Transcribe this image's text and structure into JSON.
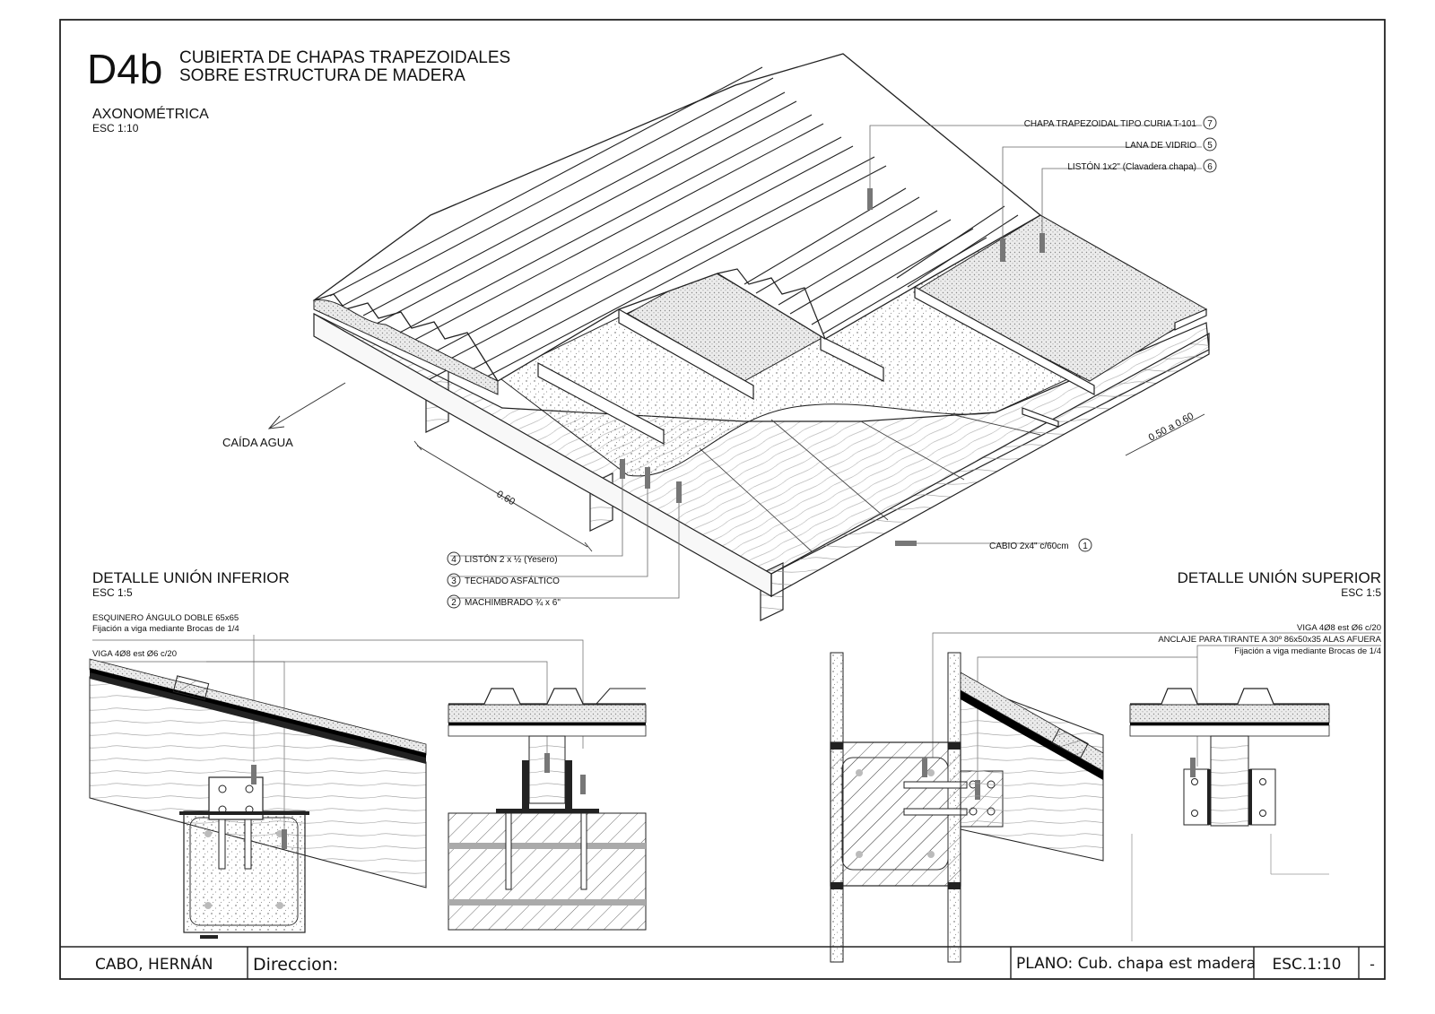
{
  "header": {
    "code": "D4b",
    "title_line1": "CUBIERTA DE CHAPAS TRAPEZOIDALES",
    "title_line2": "SOBRE ESTRUCTURA DE MADERA"
  },
  "axonometric": {
    "title": "AXONOMÉTRICA",
    "scale": "ESC 1:10",
    "water_label": "CAÍDA AGUA",
    "dim_060": "0.60",
    "dim_050_060": "0.50 a 0.60",
    "callouts": [
      {
        "text": "CHAPA TRAPEZOIDAL TIPO CURIA T-101",
        "num": "7"
      },
      {
        "text": "LANA DE VIDRIO",
        "num": "5"
      },
      {
        "text": "LISTÓN 1x2\" (Clavadera chapa)",
        "num": "6"
      },
      {
        "text": "CABIO 2x4\" c/60cm",
        "num": "1"
      },
      {
        "text": "LISTÓN 2 x ½ (Yesero)",
        "num": "4"
      },
      {
        "text": "TECHADO ASFÁLTICO",
        "num": "3"
      },
      {
        "text": "MACHIMBRADO ¾ x 6\"",
        "num": "2"
      }
    ]
  },
  "detail_lower": {
    "title": "DETALLE UNIÓN INFERIOR",
    "scale": "ESC 1:5",
    "note1": "ESQUINERO ÁNGULO DOBLE 65x65",
    "note2": "Fijación a viga mediante Brocas de 1/4",
    "note3": "VIGA 4Ø8 est Ø6 c/20"
  },
  "detail_upper": {
    "title": "DETALLE UNIÓN SUPERIOR",
    "scale": "ESC 1:5",
    "note1": "VIGA 4Ø8 est Ø6 c/20",
    "note2": "ANCLAJE PARA TIRANTE A 30º 86x50x35 ALAS AFUERA",
    "note3": "Fijación a viga mediante Brocas de 1/4"
  },
  "title_block": {
    "author": "CABO, HERNÁN",
    "direction": "Direccion:",
    "plan": "PLANO: Cub. chapa est madera",
    "scale": "ESC.1:10",
    "sheet": "-"
  }
}
